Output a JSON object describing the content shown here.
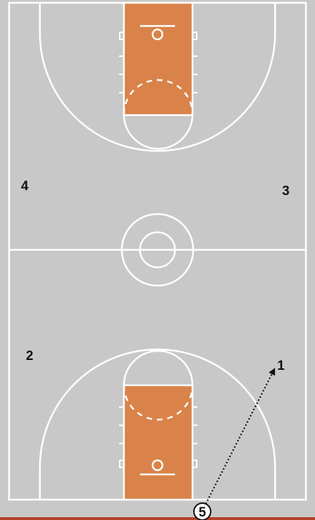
{
  "colors": {
    "court": "#c8c8c8",
    "paint": "#d9834a",
    "lines": "#ffffff",
    "labels": "#111111",
    "baseline_strip": "#b5402b"
  },
  "players": {
    "p1": "1",
    "p2": "2",
    "p3": "3",
    "p4": "4",
    "p5": "5"
  },
  "movement": {
    "from": "p5",
    "to": "p1",
    "style": "dotted-arrow"
  }
}
